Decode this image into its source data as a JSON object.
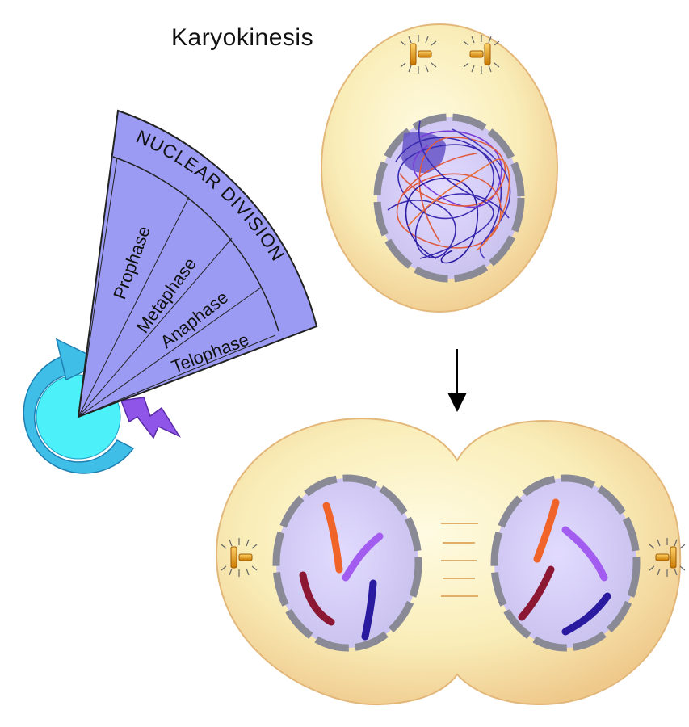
{
  "title": "Karyokinesis",
  "wheel": {
    "header": "NUCLEAR DIVISION",
    "phases": [
      "Prophase",
      "Metaphase",
      "Anaphase",
      "Telophase"
    ]
  },
  "colors": {
    "cell_fill": "#f9edb8",
    "cell_edge": "#e0b06a",
    "nucleus_fill": "#d4ccf2",
    "nuclear_envelope": "#8a8a96",
    "wedge_fill": "#9b9bf4",
    "cycle_arrow": "#40c8ec",
    "purple_arrow": "#8f55e8",
    "chromosome_orange": "#f0642a",
    "chromosome_violet": "#a35cf0",
    "chromosome_maroon": "#8c1733",
    "chromosome_navy": "#2a1aa0",
    "centriole": "#e8960a"
  },
  "icons": [
    "cell-cycle-arrow-icon",
    "centriole-icon",
    "down-arrow-icon",
    "purple-arrow-icon"
  ]
}
